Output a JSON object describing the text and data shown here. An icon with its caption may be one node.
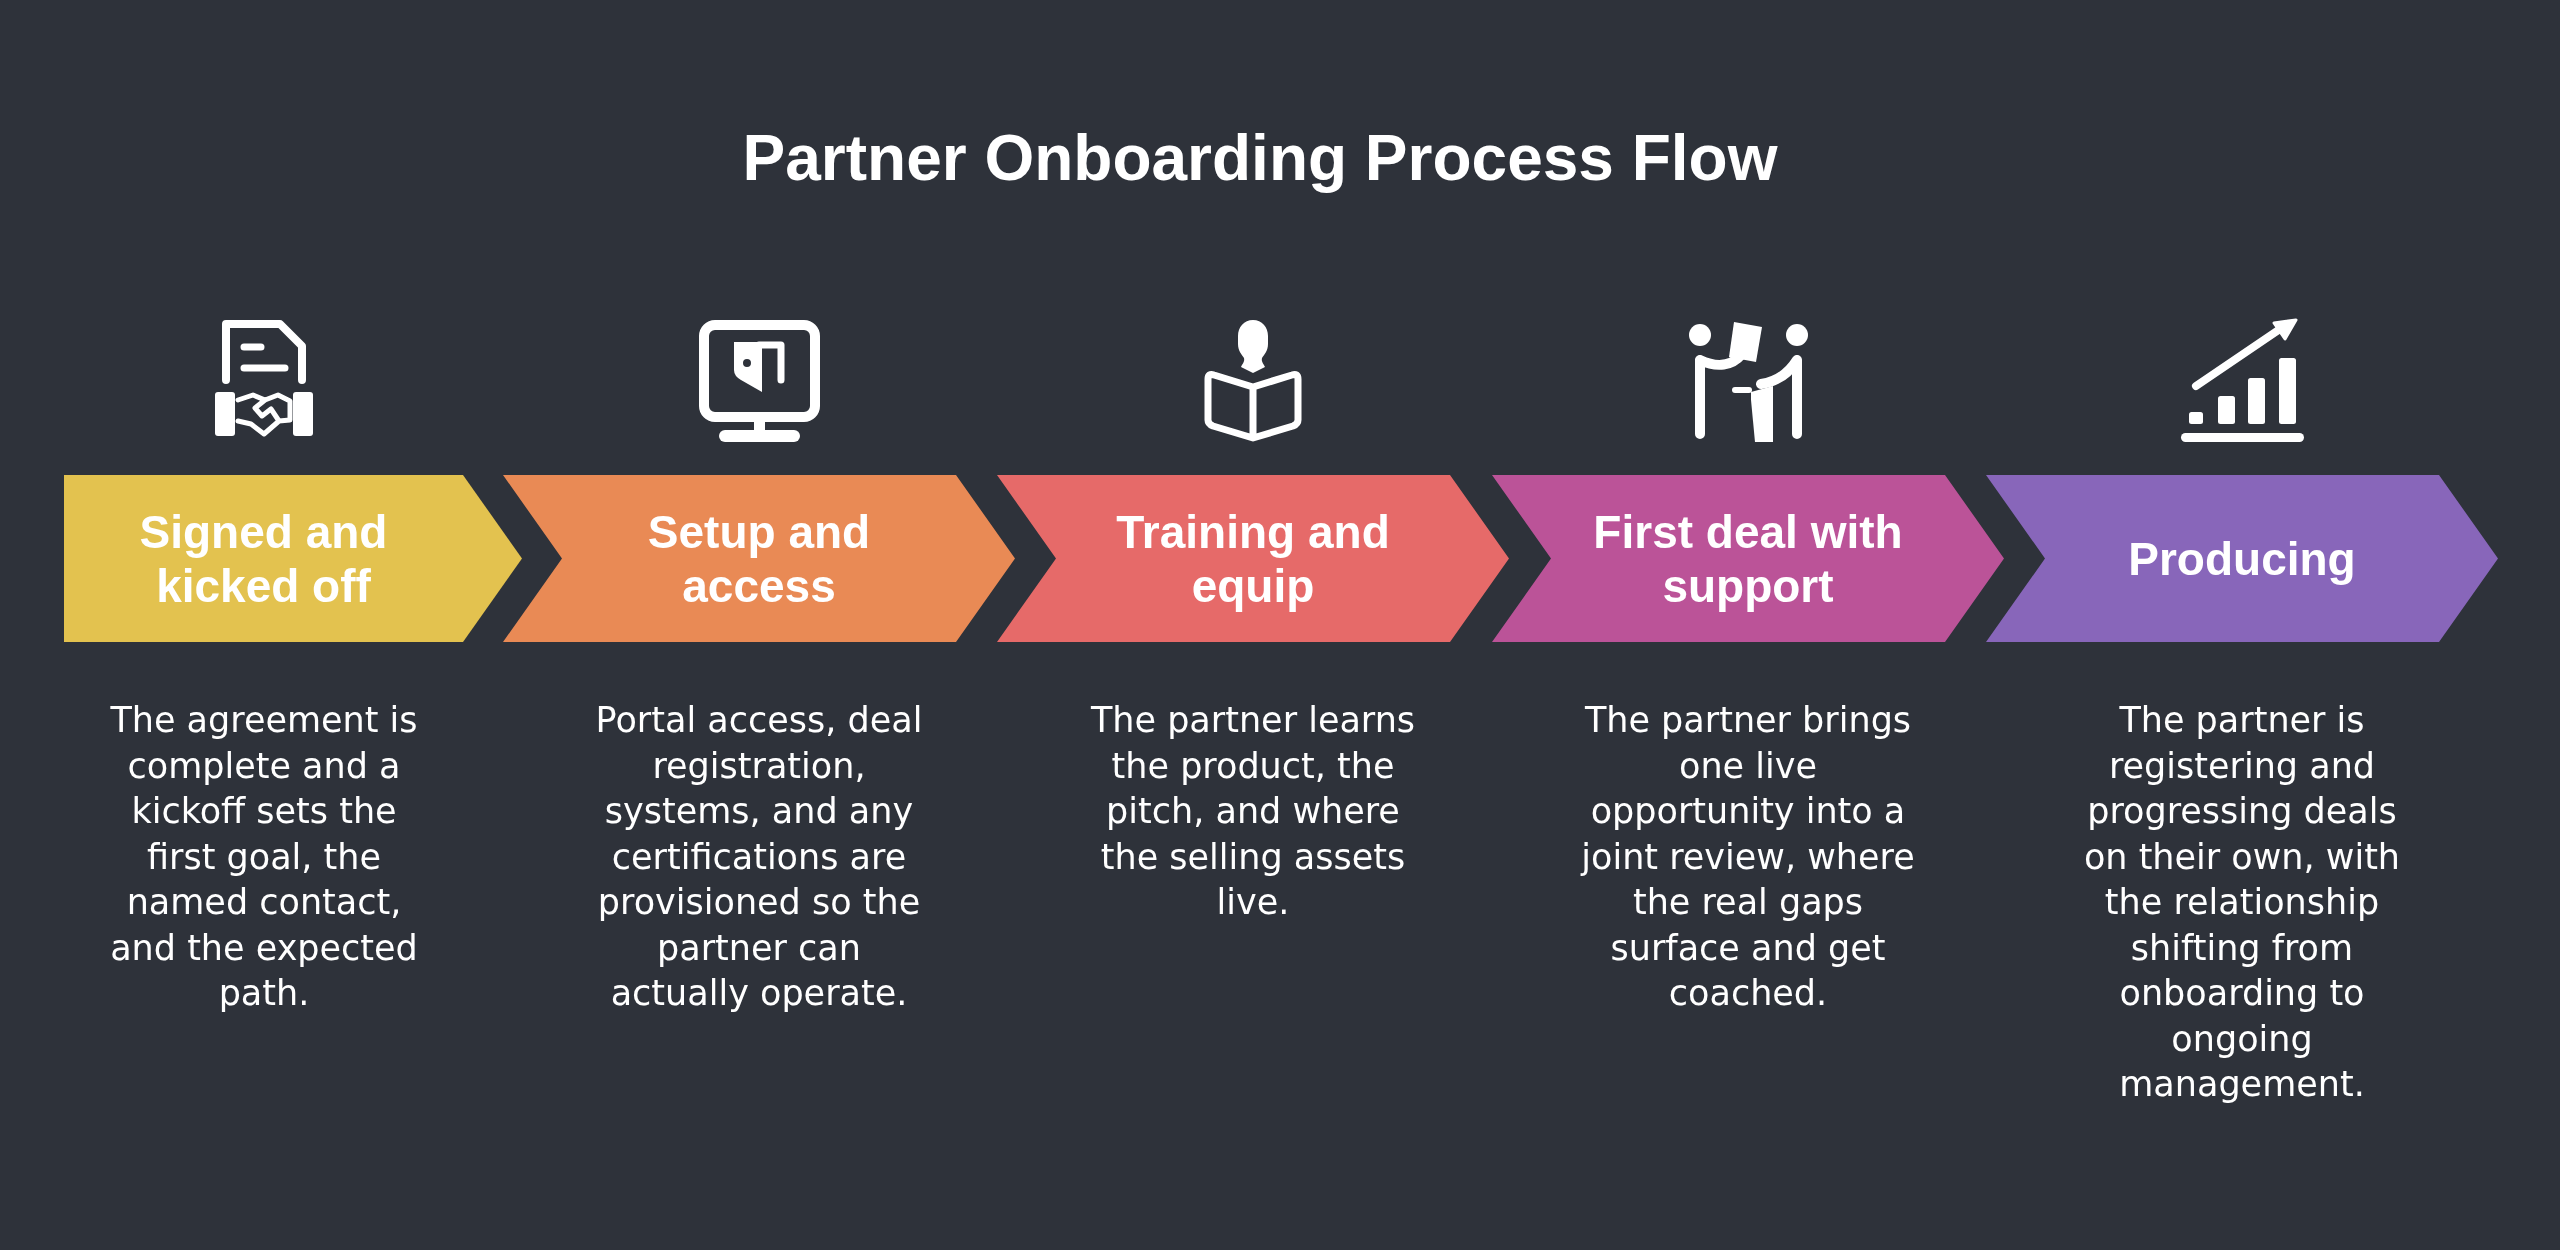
{
  "diagram": {
    "title": "Partner Onboarding Process Flow",
    "nodes": [
      {
        "text": [
          "Signed and kicked off"
        ],
        "beside": [
          "The agreement is complete and a kickoff sets the first goal, the named contact, and the expected path."
        ]
      },
      {
        "text": [
          "Setup and access"
        ],
        "beside": [
          "Portal access, deal registration, systems, and any certifications are provisioned so the partner can actually operate."
        ]
      },
      {
        "text": [
          "Training and equip"
        ],
        "beside": [
          "The partner learns the product, the pitch, and where the selling assets live."
        ]
      },
      {
        "text": [
          "First deal with support"
        ],
        "beside": [
          "The partner brings one live opportunity into a joint review, where the real gaps surface and get coached."
        ]
      },
      {
        "text": [
          "Producing"
        ],
        "beside": [
          "The partner is registering and progressing deals on their own, with the relationship shifting from onboarding to ongoing management."
        ]
      }
    ]
  }
}
